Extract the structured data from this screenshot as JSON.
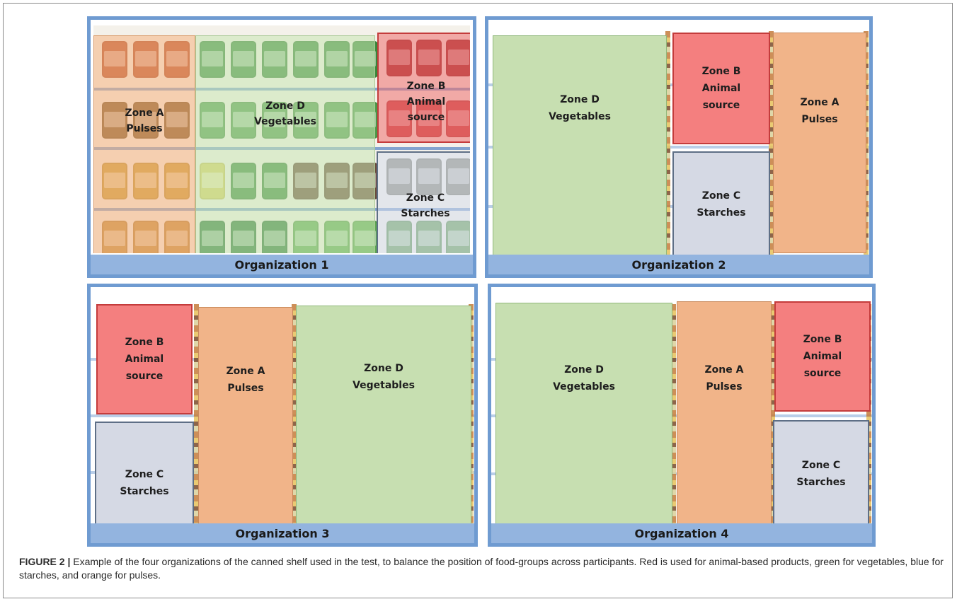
{
  "figure": {
    "label": "FIGURE 2 |",
    "caption": " Example of the four organizations of the canned shelf used in the test, to balance the position of food-groups across participants. Red is used for animal-based products, green for vegetables, blue for starches, and orange for pulses."
  },
  "colors": {
    "animal_source": "#f47f7f",
    "vegetables": "#c7dfb1",
    "starches": "#d5d9e4",
    "pulses": "#f1b489",
    "panel_border": "#6f9bd1",
    "panel_caption_bg": "#93b4df"
  },
  "panels": [
    {
      "title": "Organization 1",
      "zones": {
        "a": "Zone A\nPulses",
        "b": "Zone B\nAnimal\nsource",
        "c": "Zone C\nStarches",
        "d": "Zone D\nVegetables"
      }
    },
    {
      "title": "Organization 2",
      "zones": {
        "d": "Zone D\nVegetables",
        "b": "Zone B\nAnimal\nsource",
        "c": "Zone C\nStarches",
        "a": "Zone A\nPulses"
      }
    },
    {
      "title": "Organization 3",
      "zones": {
        "b": "Zone B\nAnimal\nsource",
        "c": "Zone C\nStarches",
        "a": "Zone A\nPulses",
        "d": "Zone D\nVegetables"
      }
    },
    {
      "title": "Organization 4",
      "zones": {
        "d": "Zone D\nVegetables",
        "a": "Zone A\nPulses",
        "b": "Zone B\nAnimal\nsource",
        "c": "Zone C\nStarches"
      }
    }
  ]
}
